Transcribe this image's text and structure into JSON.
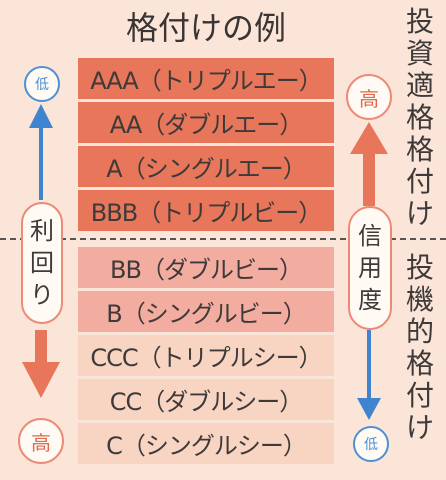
{
  "title": "格付けの例",
  "ratings": [
    {
      "label": "AAA（トリプルエー）",
      "group": "investment"
    },
    {
      "label": "AA（ダブルエー）",
      "group": "investment"
    },
    {
      "label": "A（シングルエー）",
      "group": "investment"
    },
    {
      "label": "BBB（トリプルビー）",
      "group": "investment"
    },
    {
      "label": "BB（ダブルビー）",
      "group": "speculative"
    },
    {
      "label": "B（シングルビー）",
      "group": "speculative"
    },
    {
      "label": "CCC（トリプルシー）",
      "group": "speculative"
    },
    {
      "label": "CC（ダブルシー）",
      "group": "speculative"
    },
    {
      "label": "C（シングルシー）",
      "group": "speculative"
    }
  ],
  "left_axis": {
    "top_label": "低",
    "bottom_label": "高",
    "pill_chars": [
      "利",
      "回",
      "り"
    ]
  },
  "right_axis": {
    "top_label": "高",
    "bottom_label": "低",
    "pill_chars": [
      "信",
      "用",
      "度"
    ]
  },
  "side_labels": {
    "investment_chars": [
      "投",
      "資",
      "適",
      "格",
      "格",
      "付",
      "け"
    ],
    "speculative_chars": [
      "投",
      "機",
      "的",
      "格",
      "付",
      "け"
    ]
  },
  "colors": {
    "background": "#fbe5d8",
    "investment_bar": "#e8765a",
    "speculative_bar": "#f2ada0",
    "low_bar": "#f8d4c3",
    "arrow_red": "#e8765a",
    "arrow_blue": "#3f84cf"
  }
}
